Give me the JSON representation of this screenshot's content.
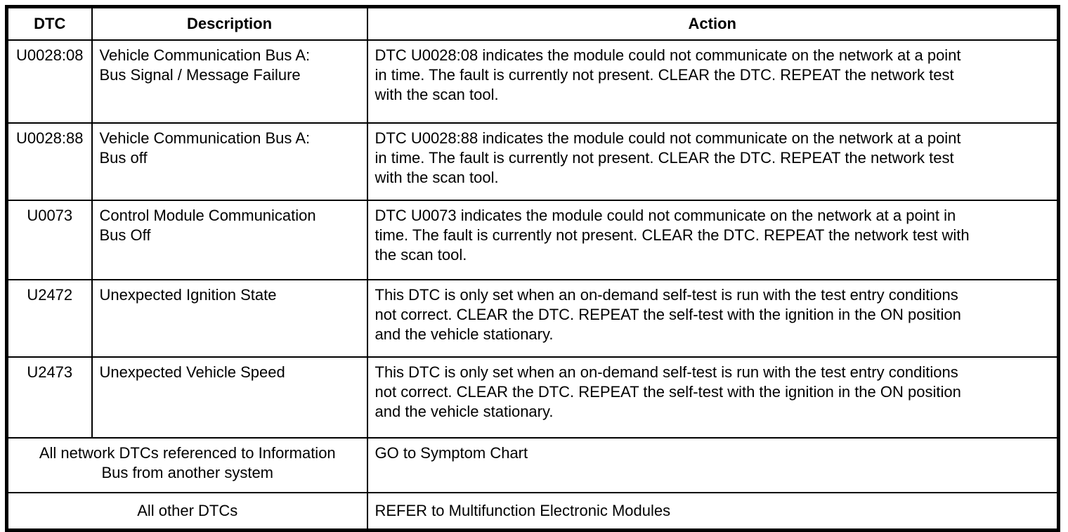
{
  "table": {
    "headers": [
      "DTC",
      "Description",
      "Action"
    ],
    "rows": [
      {
        "dtc": "U0028:08",
        "description": "Vehicle Communication Bus A:\nBus Signal / Message Failure",
        "action": "DTC U0028:08 indicates the module could not communicate on the network at a point\nin time. The fault is currently not present. CLEAR the DTC. REPEAT the network test\nwith the scan tool."
      },
      {
        "dtc": "U0028:88",
        "description": "Vehicle Communication Bus A:\nBus off",
        "action": "DTC U0028:88 indicates the module could not communicate on the network at a point\nin time. The fault is currently not present. CLEAR the DTC. REPEAT the network test\nwith the scan tool."
      },
      {
        "dtc": "U0073",
        "description": "Control Module Communication\nBus Off",
        "action": "DTC U0073 indicates the module could not communicate on the network at a point in\ntime. The fault is currently not present. CLEAR the DTC. REPEAT the network test with\nthe scan tool."
      },
      {
        "dtc": "U2472",
        "description": "Unexpected Ignition State",
        "action": "This DTC is only set when an on-demand self-test is run with the test entry conditions\nnot correct. CLEAR the DTC. REPEAT the self-test with the ignition in the ON position\nand the vehicle stationary."
      },
      {
        "dtc": "U2473",
        "description": "Unexpected Vehicle Speed",
        "action": "This DTC is only set when an on-demand self-test is run with the test entry conditions\nnot correct. CLEAR the DTC. REPEAT the self-test with the ignition in the ON position\nand the vehicle stationary."
      }
    ],
    "footer_rows": [
      {
        "label": "All network DTCs referenced to Information\nBus from another system",
        "action": "GO to Symptom Chart"
      },
      {
        "label": "All other DTCs",
        "action": "REFER to Multifunction Electronic Modules"
      }
    ],
    "colors": {
      "border": "#000000",
      "text": "#000000",
      "background": "#ffffff"
    }
  }
}
